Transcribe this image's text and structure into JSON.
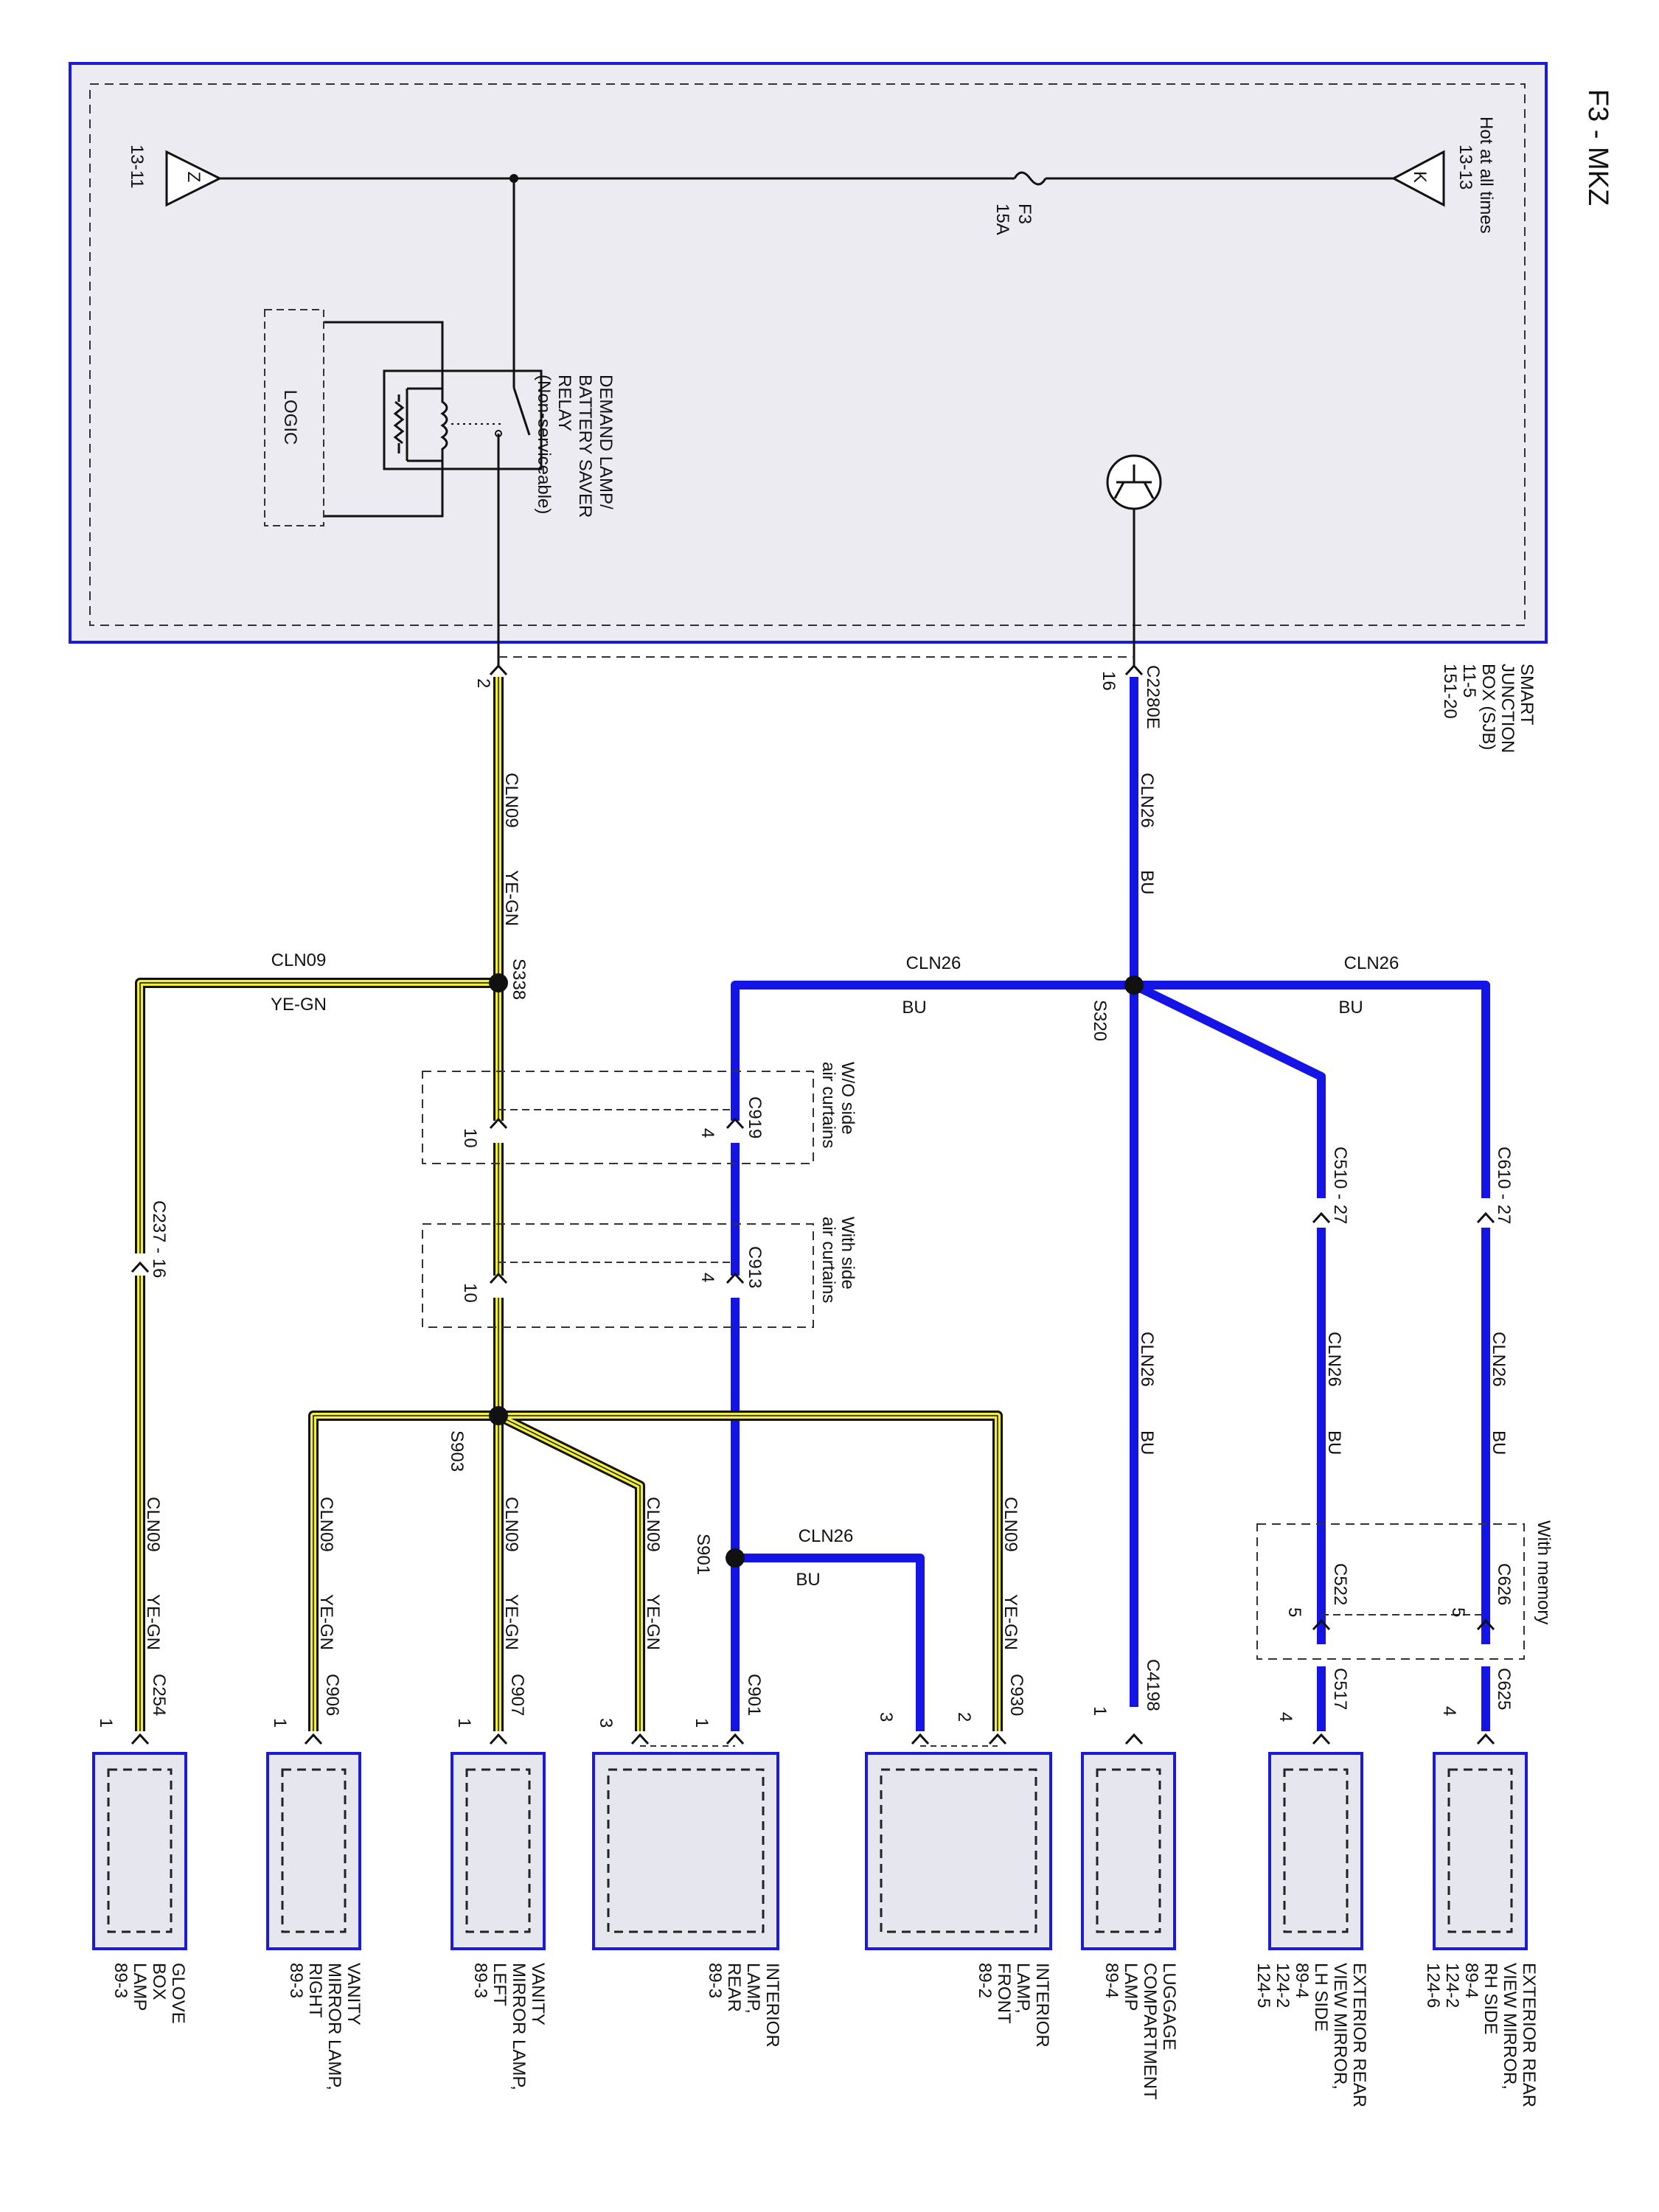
{
  "title": "F3 - MKZ",
  "colors": {
    "module_border": "#1a1ad8",
    "module_fill": "#eaeaf0",
    "wire_blue": "#1414e6",
    "wire_yellow": "#f2ee3a",
    "wire_black": "#111111"
  },
  "sjb": {
    "hot_label": "Hot at all times",
    "hot_ref": "13-13",
    "hot_symbol": "K",
    "ground_ref": "13-11",
    "ground_symbol": "Z",
    "fuse_name": "F3",
    "fuse_rating": "15A",
    "relay_line1": "DEMAND LAMP/",
    "relay_line2": "BATTERY SAVER",
    "relay_line3": "RELAY",
    "relay_line4": "(Non-serviceable)",
    "logic_label": "LOGIC",
    "name_line1": "SMART",
    "name_line2": "JUNCTION",
    "name_line3": "BOX (SJB)",
    "name_line4": "11-5",
    "name_line5": "151-20"
  },
  "connectors": {
    "c2280e": "C2280E",
    "pin16": "16",
    "pin2": "2",
    "c919": "C919",
    "c913": "C913",
    "pin10a": "10",
    "pin4a": "4",
    "pin10b": "10",
    "pin4b": "4",
    "c510": "C510 - 27",
    "c610": "C610 - 27",
    "c237": "C237 - 16",
    "c522": "C522",
    "c626": "C626",
    "pin5a": "5",
    "pin5b": "5",
    "c517": "C517",
    "c625": "C625",
    "c4198": "C4198",
    "c930": "C930",
    "c901": "C901",
    "c907": "C907",
    "c906": "C906",
    "c254": "C254"
  },
  "splices": {
    "s338": "S338",
    "s320": "S320",
    "s903": "S903",
    "s901": "S901"
  },
  "regions": {
    "wo_curtains_1": "W/O side",
    "wo_curtains_2": "air curtains",
    "with_curtains_1": "With side",
    "with_curtains_2": "air curtains",
    "with_memory": "With memory"
  },
  "wires": {
    "cln09": "CLN09",
    "ye_gn": "YE-GN",
    "cln26": "CLN26",
    "bu": "BU"
  },
  "pins": {
    "rh_mirror": "4",
    "lh_mirror": "4",
    "luggage": "1",
    "front_2": "2",
    "front_3": "3",
    "rear_1": "1",
    "rear_3": "3",
    "left_vanity": "1",
    "right_vanity": "1",
    "glove": "1"
  },
  "components": {
    "rh_mirror": [
      "EXTERIOR REAR",
      "VIEW MIRROR,",
      "RH SIDE",
      "89-4",
      "124-2",
      "124-6"
    ],
    "lh_mirror": [
      "EXTERIOR REAR",
      "VIEW MIRROR,",
      "LH SIDE",
      "89-4",
      "124-2",
      "124-5"
    ],
    "luggage": [
      "LUGGAGE",
      "COMPARTMENT",
      "LAMP",
      "89-4"
    ],
    "front_lamp": [
      "INTERIOR",
      "LAMP,",
      "FRONT",
      "89-2"
    ],
    "rear_lamp": [
      "INTERIOR",
      "LAMP,",
      "REAR",
      "89-3"
    ],
    "left_vanity": [
      "VANITY",
      "MIRROR LAMP,",
      "LEFT",
      "89-3"
    ],
    "right_vanity": [
      "VANITY",
      "MIRROR LAMP,",
      "RIGHT",
      "89-3"
    ],
    "glove": [
      "GLOVE",
      "BOX",
      "LAMP",
      "89-3"
    ]
  }
}
